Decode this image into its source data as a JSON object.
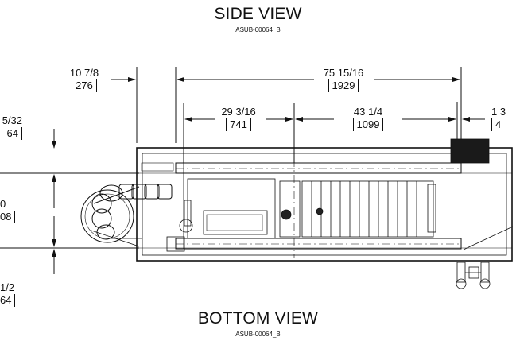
{
  "side_view": {
    "title": "SIDE VIEW",
    "code": "ASUB-00064_B"
  },
  "bottom_view": {
    "title": "BOTTOM VIEW",
    "code": "ASUB-00064_B"
  },
  "dimensions": {
    "d1": {
      "inch": "10 7/8",
      "mm": "276"
    },
    "d2": {
      "inch": "75 15/16",
      "mm": "1929"
    },
    "d3": {
      "inch": "29 3/16",
      "mm": "741"
    },
    "d4": {
      "inch": "43 1/4",
      "mm": "1099"
    },
    "d5": {
      "inch": "1 3",
      "mm": "4"
    },
    "d6": {
      "inch": "5/32",
      "mm": "64"
    },
    "d7": {
      "inch": "0",
      "mm": "08"
    },
    "d8": {
      "inch": "1/2",
      "mm": "64"
    }
  }
}
